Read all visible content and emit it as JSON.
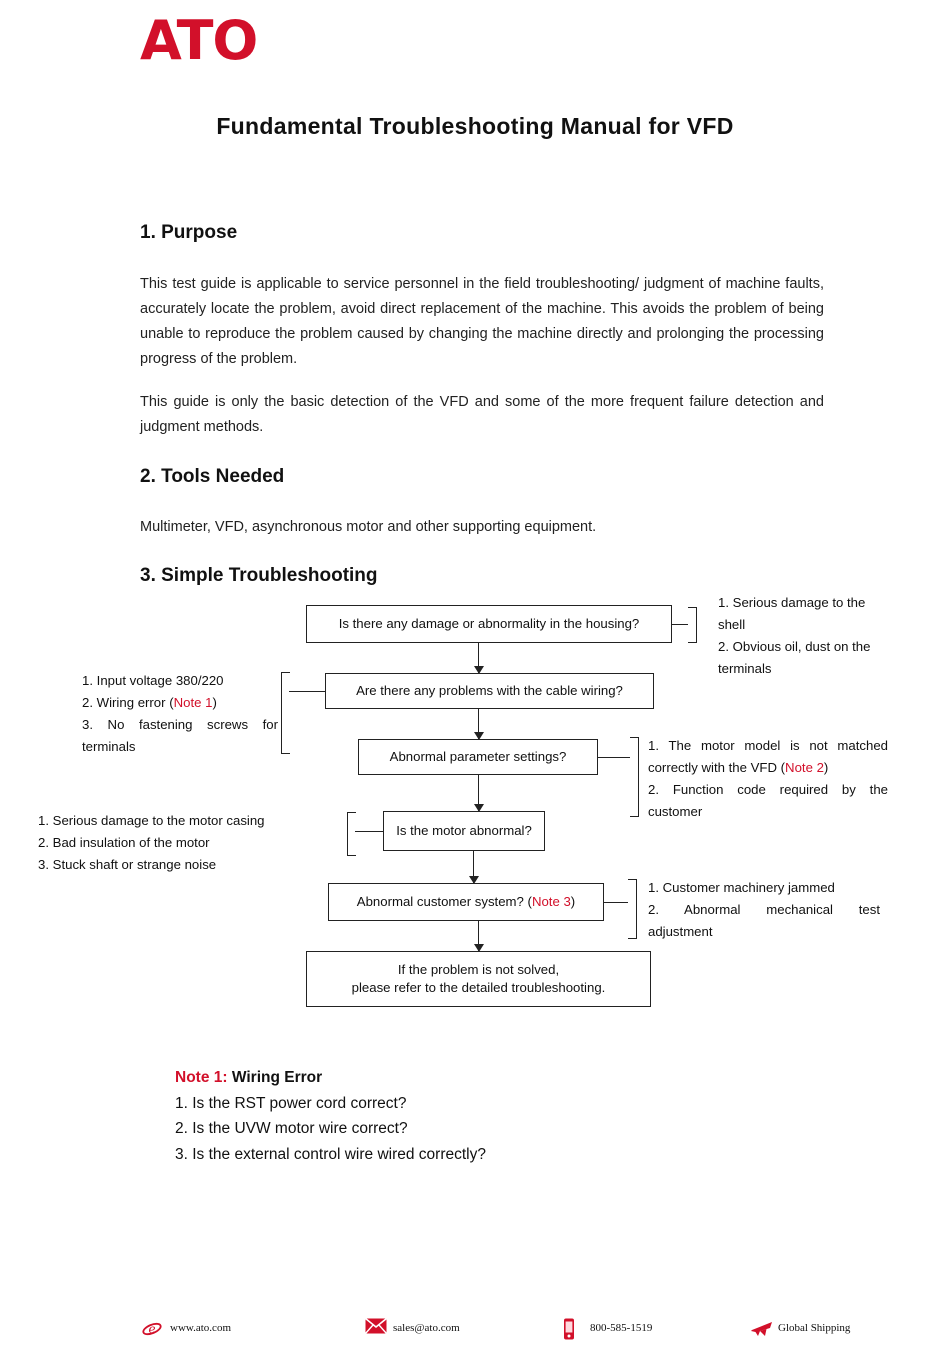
{
  "logo": {
    "text": "ATO",
    "color": "#d2102a"
  },
  "title": "Fundamental Troubleshooting Manual for VFD",
  "sections": {
    "purpose": {
      "heading": "1. Purpose",
      "p1": "This test guide is applicable to service personnel in the field troubleshooting/ judgment of machine faults, accurately locate the problem, avoid direct replacement of the machine. This avoids the problem of being unable to reproduce the problem caused by changing the machine directly and prolonging the processing progress of the problem.",
      "p2": "This guide is only the basic detection of the VFD and some of the more frequent failure detection and judgment methods."
    },
    "tools": {
      "heading": "2.  Tools Needed",
      "p1": "Multimeter, VFD, asynchronous motor and other supporting equipment."
    },
    "troubleshooting": {
      "heading": "3.  Simple Troubleshooting"
    }
  },
  "flow": {
    "nodes": [
      {
        "label": "Is there any damage or abnormality in the housing?"
      },
      {
        "label": "Are there any problems with the cable wiring?"
      },
      {
        "label": "Abnormal parameter settings?"
      },
      {
        "label": "Is the motor abnormal?"
      },
      {
        "label": "Abnormal customer system? (",
        "suffix": "Note 3",
        "suffix2": ")"
      },
      {
        "line1": "If the problem is not solved,",
        "line2": "please refer to the detailed troubleshooting."
      }
    ],
    "right1": {
      "l1": "1. Serious damage to the",
      "l2": "shell",
      "l3": "2. Obvious oil, dust on the",
      "l4": "terminals"
    },
    "left1": {
      "l1": "1. Input voltage 380/220",
      "l2a": "2. Wiring error (",
      "l2b": "Note 1",
      "l2c": ")",
      "l3": "3.  No  fastening  screws  for terminals"
    },
    "right2": {
      "l1a": "1. The motor model is not matched correctly with the VFD (",
      "l1b": "Note 2",
      "l1c": ")",
      "l2": "2.  Function  code  required  by  the customer"
    },
    "left2": {
      "l1": "1. Serious damage to the motor casing",
      "l2": "2. Bad insulation of the motor",
      "l3": "3. Stuck shaft or strange noise"
    },
    "right3": {
      "l1": "1. Customer machinery jammed",
      "l2": "2.  Abnormal  mechanical  test adjustment"
    }
  },
  "notes": {
    "head_label": "Note 1:",
    "head_title": "Wiring Error",
    "items": [
      "1. Is the RST power cord correct?",
      "2. Is the UVW motor wire correct?",
      "3. Is the external control wire wired correctly?"
    ]
  },
  "footer": {
    "items": [
      {
        "icon": "ie-browser-icon",
        "label": "www.ato.com"
      },
      {
        "icon": "envelope-icon",
        "label": "sales@ato.com"
      },
      {
        "icon": "mobile-phone-icon",
        "label": "800-585-1519"
      },
      {
        "icon": "airplane-icon",
        "label": "Global Shipping"
      }
    ]
  }
}
